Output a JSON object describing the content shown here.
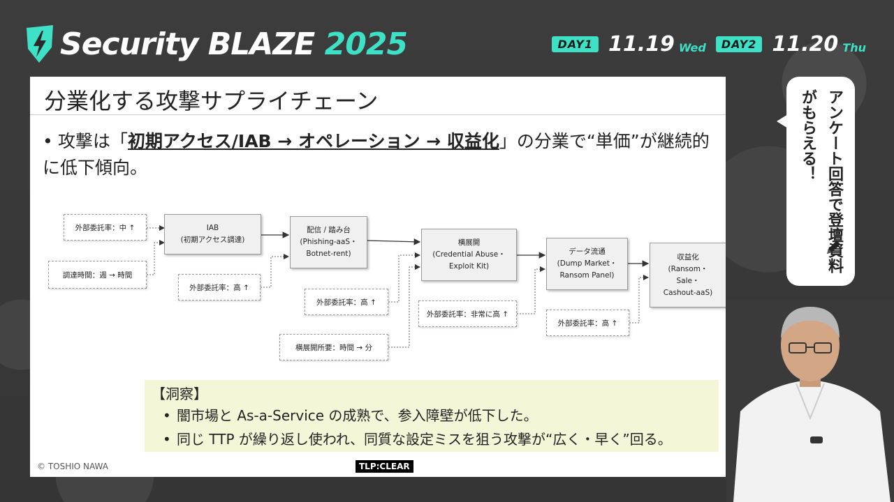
{
  "header": {
    "logo_main": "Security BLAZE ",
    "logo_year": "2025",
    "days": [
      {
        "label": "DAY1",
        "date": "11.19",
        "dow": "Wed"
      },
      {
        "label": "DAY2",
        "date": "11.20",
        "dow": "Thu"
      }
    ]
  },
  "slide": {
    "title": "分業化する攻撃サプライチェーン",
    "bullet_pre": "攻撃は「",
    "bullet_ul1": "初期アクセス/IAB → ",
    "bullet_ul2": "オペレーション → 収益化",
    "bullet_post": "」の分業で“単価”が継続的に低下傾向。",
    "diagram": {
      "boxes": [
        {
          "id": "iab",
          "text": "IAB\n(初期アクセス調達)"
        },
        {
          "id": "delivery",
          "text": "配信 / 踏み台\n(Phishing-aaS・\nBotnet-rent)"
        },
        {
          "id": "lateral",
          "text": "横展開\n(Credential Abuse・\nExploit Kit)"
        },
        {
          "id": "data",
          "text": "データ流通\n(Dump Market・\nRansom Panel)"
        },
        {
          "id": "monetize",
          "text": "収益化\n(Ransom・\nSale・\nCashout-aaS)"
        }
      ],
      "notes": [
        {
          "id": "n1",
          "text": "外部委託率：中 ↑"
        },
        {
          "id": "n2",
          "text": "調達時間：週 → 時間"
        },
        {
          "id": "n3",
          "text": "外部委託率：高 ↑"
        },
        {
          "id": "n4",
          "text": "外部委託率：高 ↑"
        },
        {
          "id": "n5",
          "text": "横展開所要：時間 → 分"
        },
        {
          "id": "n6",
          "text": "外部委託率：非常に高 ↑"
        },
        {
          "id": "n7",
          "text": "外部委託率：高 ↑"
        }
      ]
    },
    "insight": {
      "heading": "【洞察】",
      "items": [
        "闇市場と As-a-Service の成熟で、参入障壁が低下した。",
        "同じ TTP が繰り返し使われ、同質な設定ミスを狙う攻撃が“広く・早く”回る。"
      ]
    },
    "copyright": "© TOSHIO NAWA",
    "tlp": "TLP:CLEAR"
  },
  "bubble": {
    "text": "アンケート回答で登壇資料がもらえる！"
  },
  "colors": {
    "accent": "#3ee0c6",
    "background": "#3a3a3a",
    "insight_bg": "#f5f5d8"
  }
}
